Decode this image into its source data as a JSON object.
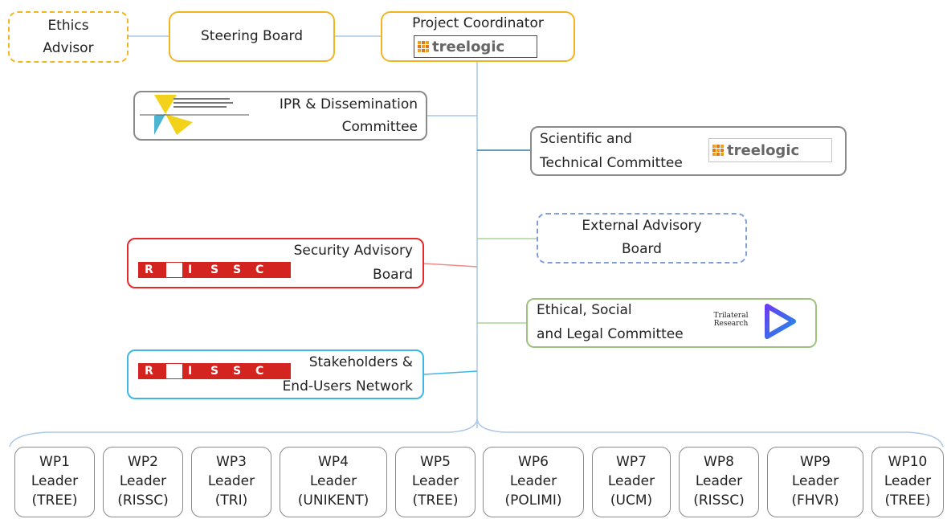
{
  "top": {
    "ethics": [
      "Ethics",
      "Advisor"
    ],
    "steering": "Steering Board",
    "coordinator": "Project Coordinator"
  },
  "logos": {
    "treelogic": "treelogic",
    "rissc": [
      "R",
      "I",
      "S",
      "S",
      "C"
    ],
    "trilateral": [
      "Trilateral",
      "Research"
    ]
  },
  "committees": {
    "ipr": [
      "IPR & Dissemination",
      "Committee"
    ],
    "scientific": [
      "Scientific and",
      "Technical Committee"
    ],
    "external": [
      "External Advisory",
      "Board"
    ],
    "security": [
      "Security Advisory",
      "Board"
    ],
    "ethical": [
      "Ethical, Social",
      "and Legal Committee"
    ],
    "stakeholders": [
      "Stakeholders &",
      "End-Users Network"
    ]
  },
  "work_packages": [
    {
      "wp": "WP1",
      "role": "Leader",
      "org": "(TREE)"
    },
    {
      "wp": "WP2",
      "role": "Leader",
      "org": "(RISSC)"
    },
    {
      "wp": "WP3",
      "role": "Leader",
      "org": "(TRI)"
    },
    {
      "wp": "WP4",
      "role": "Leader",
      "org": "(UNIKENT)"
    },
    {
      "wp": "WP5",
      "role": "Leader",
      "org": "(TREE)"
    },
    {
      "wp": "WP6",
      "role": "Leader",
      "org": "(POLIMI)"
    },
    {
      "wp": "WP7",
      "role": "Leader",
      "org": "(UCM)"
    },
    {
      "wp": "WP8",
      "role": "Leader",
      "org": "(RISSC)"
    },
    {
      "wp": "WP9",
      "role": "Leader",
      "org": "(FHVR)"
    },
    {
      "wp": "WP10",
      "role": "Leader",
      "org": "(TREE)"
    }
  ],
  "colors": {
    "orange": "#f2b51f",
    "gray": "#8a8a8a",
    "blue_dashed": "#7f9fd6",
    "red": "#e8282a",
    "green": "#9cc47e",
    "cyan": "#3fb6e8",
    "connector": "#a9c7e6"
  }
}
